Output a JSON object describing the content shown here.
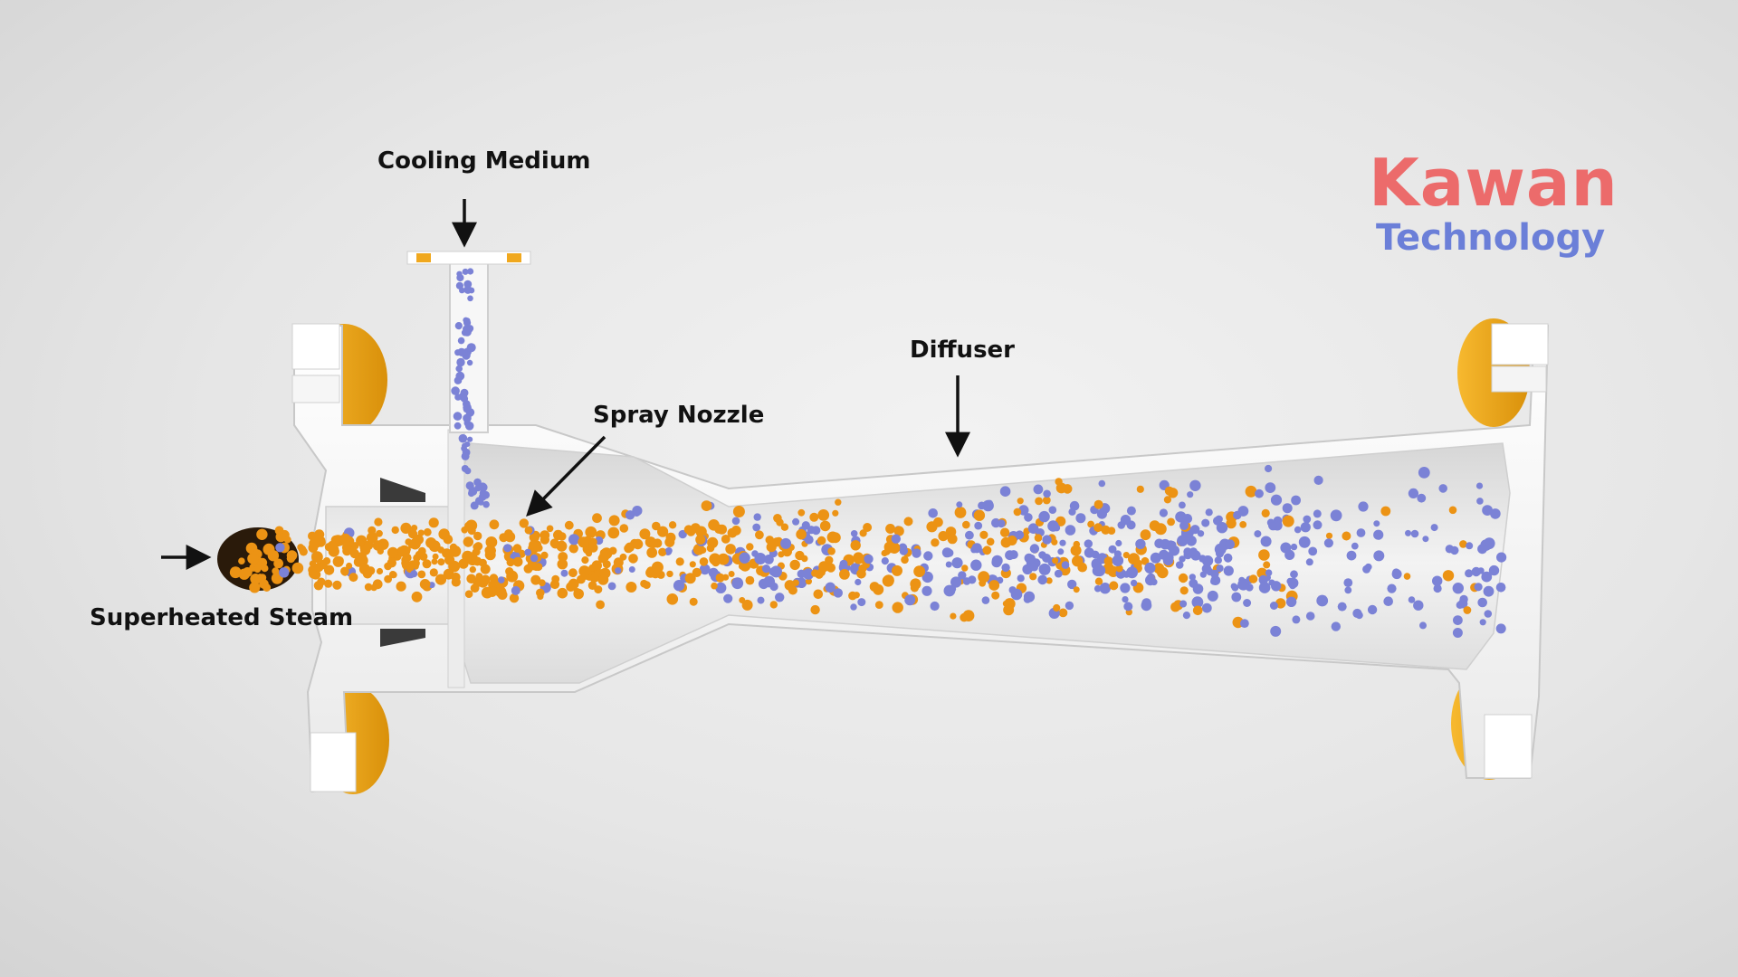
{
  "labels": {
    "cooling_medium": "Cooling Medium",
    "diffuser": "Diffuser",
    "spray_nozzle": "Spray Nozzle",
    "superheated_steam": "Superheated Steam"
  },
  "logo": {
    "name": "Kawan",
    "subtitle": "Technology"
  },
  "colors": {
    "body": "#f4f4f4",
    "flange": "#f0a81e",
    "steam_particles": "#ec9314",
    "water_particles": "#7b82d6",
    "logo_name": "#ec6b6b",
    "logo_subtitle": "#6b7fd8"
  }
}
